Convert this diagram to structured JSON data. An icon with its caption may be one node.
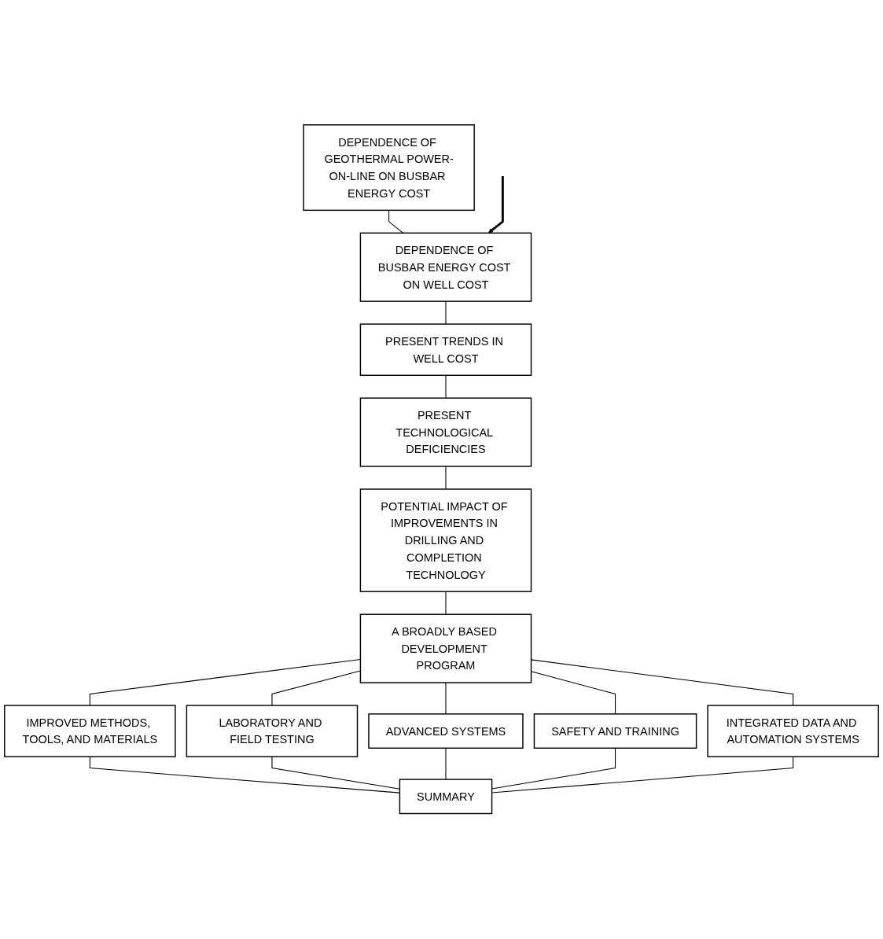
{
  "diagram": {
    "nodes": [
      {
        "text": [
          "DEPENDENCE OF GEOTHERMAL POWER-ON-LINE ON BUSBAR ENERGY COST"
        ]
      },
      {
        "text": [
          "DEPENDENCE OF BUSBAR ENERGY COST ON WELL COST"
        ]
      },
      {
        "text": [
          "PRESENT TRENDS IN WELL COST"
        ]
      },
      {
        "text": [
          "PRESENT TECHNOLOGICAL DEFICIENCIES"
        ]
      },
      {
        "text": [
          "POTENTIAL IMPACT OF IMPROVEMENTS IN DRILLING AND COMPLETION TECHNOLOGY"
        ]
      },
      {
        "text": [
          "A BROADLY BASED DEVELOPMENT PROGRAM"
        ]
      },
      {
        "text": [
          "IMPROVED METHODS, TOOLS, AND MATERIALS"
        ]
      },
      {
        "text": [
          "LABORATORY AND FIELD TESTING"
        ]
      },
      {
        "text": [
          "ADVANCED SYSTEMS"
        ]
      },
      {
        "text": [
          "SAFETY AND TRAINING"
        ]
      },
      {
        "text": [
          "INTEGRATED DATA AND AUTOMATION SYSTEMS"
        ]
      },
      {
        "text": [
          "SUMMARY"
        ]
      }
    ],
    "edges": [
      {
        "from": 0,
        "to": 1,
        "arrow": "none"
      },
      {
        "from": 1,
        "to": 2,
        "arrow": "none"
      },
      {
        "from": 2,
        "to": 3,
        "arrow": "none"
      },
      {
        "from": 3,
        "to": 4,
        "arrow": "none"
      },
      {
        "from": 4,
        "to": 5,
        "arrow": "none"
      },
      {
        "from": 5,
        "to": 6,
        "arrow": "none"
      },
      {
        "from": 5,
        "to": 7,
        "arrow": "none"
      },
      {
        "from": 5,
        "to": 8,
        "arrow": "none"
      },
      {
        "from": 5,
        "to": 9,
        "arrow": "none"
      },
      {
        "from": 5,
        "to": 10,
        "arrow": "none"
      },
      {
        "from": 6,
        "to": 11,
        "arrow": "none"
      },
      {
        "from": 7,
        "to": 11,
        "arrow": "none"
      },
      {
        "from": 8,
        "to": 11,
        "arrow": "none"
      },
      {
        "from": 9,
        "to": 11,
        "arrow": "none"
      },
      {
        "from": 10,
        "to": 11,
        "arrow": "none"
      },
      {
        "from": null,
        "to": 1,
        "arrow": "to",
        "style": "thick"
      }
    ]
  }
}
